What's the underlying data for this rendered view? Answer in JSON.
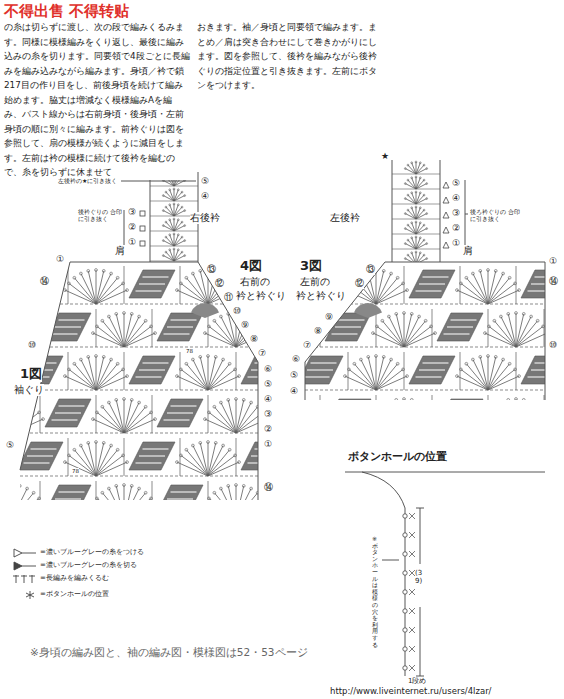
{
  "diagram": {
    "labels": [
      "不得出售 不得转贴",
      "の糸は切らずに渡し、次の段で編みくるみます。同様に模様編みをくり返し、最後に編み込みの糸を切ります。同要領で4段ごとに長編みを編み込みながら編みます。身頃／衿で鎖217目の作り目をし、前後身頃を続けて編み始めます。脇丈は増減なく模様編みAを編み、バスト線からは右前身頃・後身頃・左前身頃の順に別々に編みます。前衿ぐりは図を参照して、扇の模様が続くように減目をします。左前は衿の模様に続けて後衿を編むので、糸を切らずに休ませて",
      "おきます。袖／身頃と同要領で編みます。まとめ／肩は突き合わせにして巻きかがりにします。図を参照して、後衿を編みながら後衿ぐりの指定位置と引き抜きます。左前にボタンをつけます。",
      "左後衿の★に引き抜く",
      "後衿ぐりの 合印に引き抜く",
      "右後衿",
      "左後衿",
      "後ろ衿ぐりの 合印に引き抜く",
      "★",
      "肩",
      "肩",
      "4図",
      "右前の",
      "衿と衿ぐり",
      "3図",
      "左前の",
      "衿と衿ぐり",
      "1図",
      "袖ぐり",
      "ボタンホールの位置",
      "※ボタンホールは模様の穴を利用する",
      "(39)",
      "1段め",
      "※身頃の編み図と、袖の編み図・模様図は52・53ページ",
      "http://www.liveinternet.ru/users/4lzar/",
      "78",
      "78",
      "⑤",
      "④",
      "③",
      "②",
      "①",
      "⑤",
      "④",
      "③",
      "②",
      "①",
      "①",
      "⑭",
      "⑩",
      "⑤",
      "⑬",
      "⑫",
      "⑪",
      "⑩",
      "⑨",
      "⑧",
      "⑦",
      "⑥",
      "⑤",
      "④",
      "③",
      "②",
      "①",
      "⑭",
      "⑬",
      "⑫",
      "⑨",
      "⑧",
      "⑦",
      "⑥",
      "⑤",
      "④",
      "①",
      "⑭",
      "⑩"
    ],
    "legend": [
      {
        "text": "=濃いブルーグレーの糸をつける"
      },
      {
        "text": "=濃いブルーグレーの糸を切る"
      },
      {
        "text": "=長編みを編みくるむ"
      },
      {
        "text": "=ボタンホールの位置"
      }
    ]
  }
}
